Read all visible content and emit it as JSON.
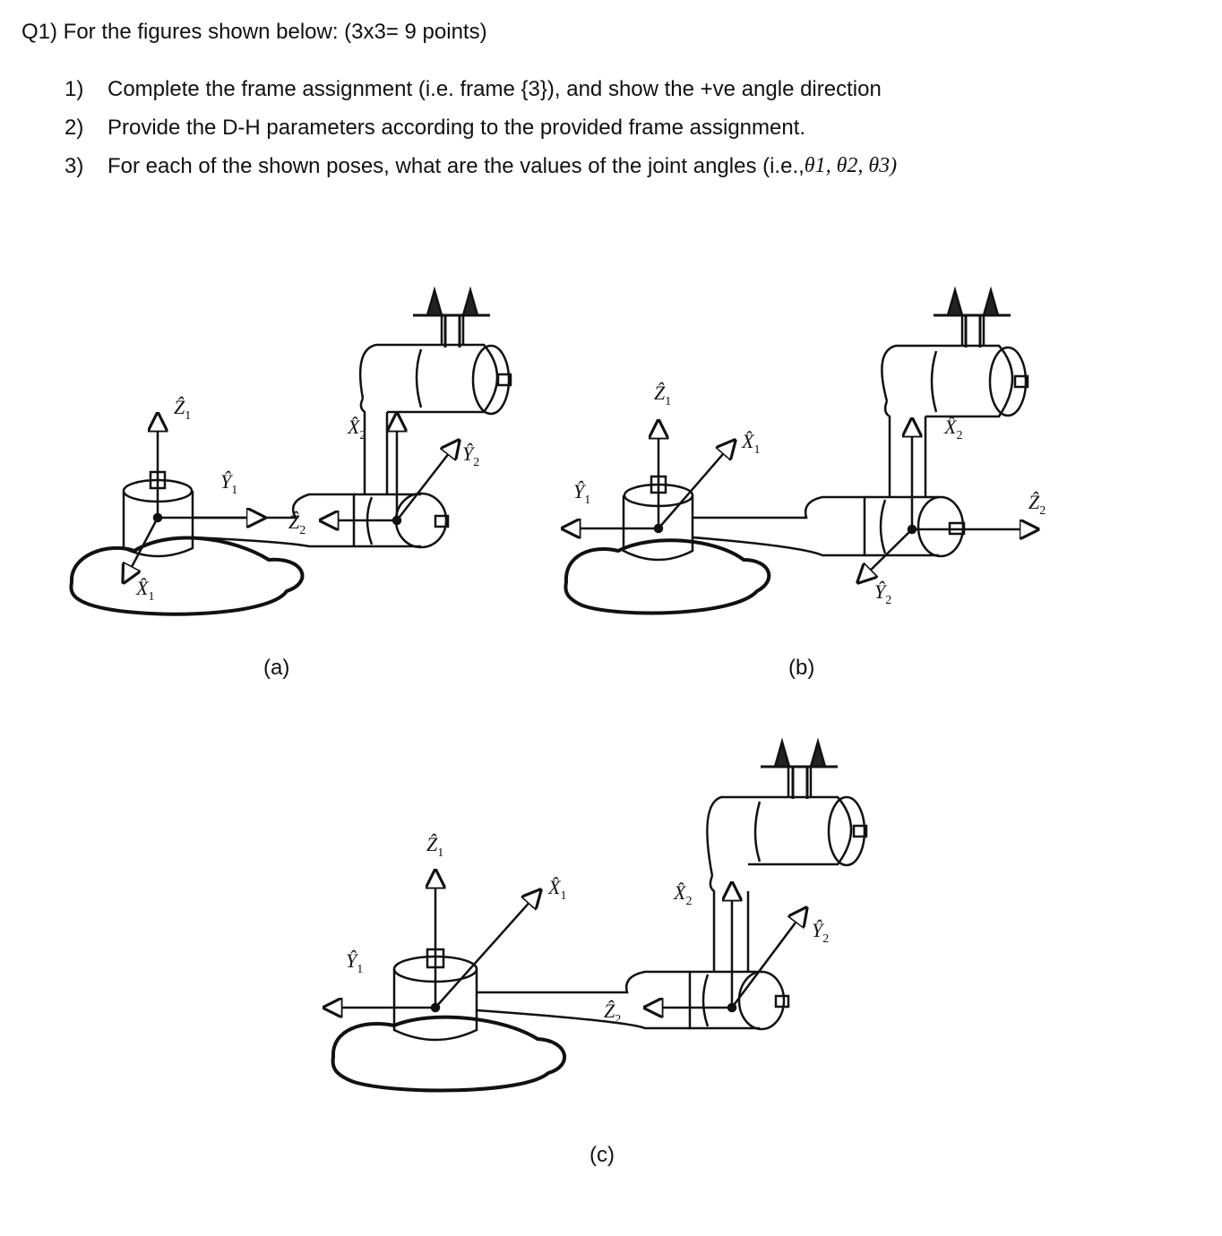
{
  "question": {
    "title": "Q1) For the figures shown below: (3x3= 9 points)",
    "items": [
      {
        "num": "1)",
        "text": "Complete the frame assignment (i.e. frame {3}), and show the +ve angle direction"
      },
      {
        "num": "2)",
        "text": "Provide the D-H parameters according to the provided frame assignment."
      },
      {
        "num": "3)",
        "text": "For each of the shown poses, what are the values of the joint angles (i.e., ",
        "thetas": "θ1, θ2, θ3)"
      }
    ]
  },
  "figures": {
    "a": {
      "caption": "(a)"
    },
    "b": {
      "caption": "(b)"
    },
    "c": {
      "caption": "(c)"
    }
  },
  "axis_labels": {
    "z1": "Ẑ",
    "x1": "X̂",
    "y1": "Ŷ",
    "z2": "Ẑ",
    "x2": "X̂",
    "y2": "Ŷ",
    "sub1": "1",
    "sub2": "2"
  }
}
